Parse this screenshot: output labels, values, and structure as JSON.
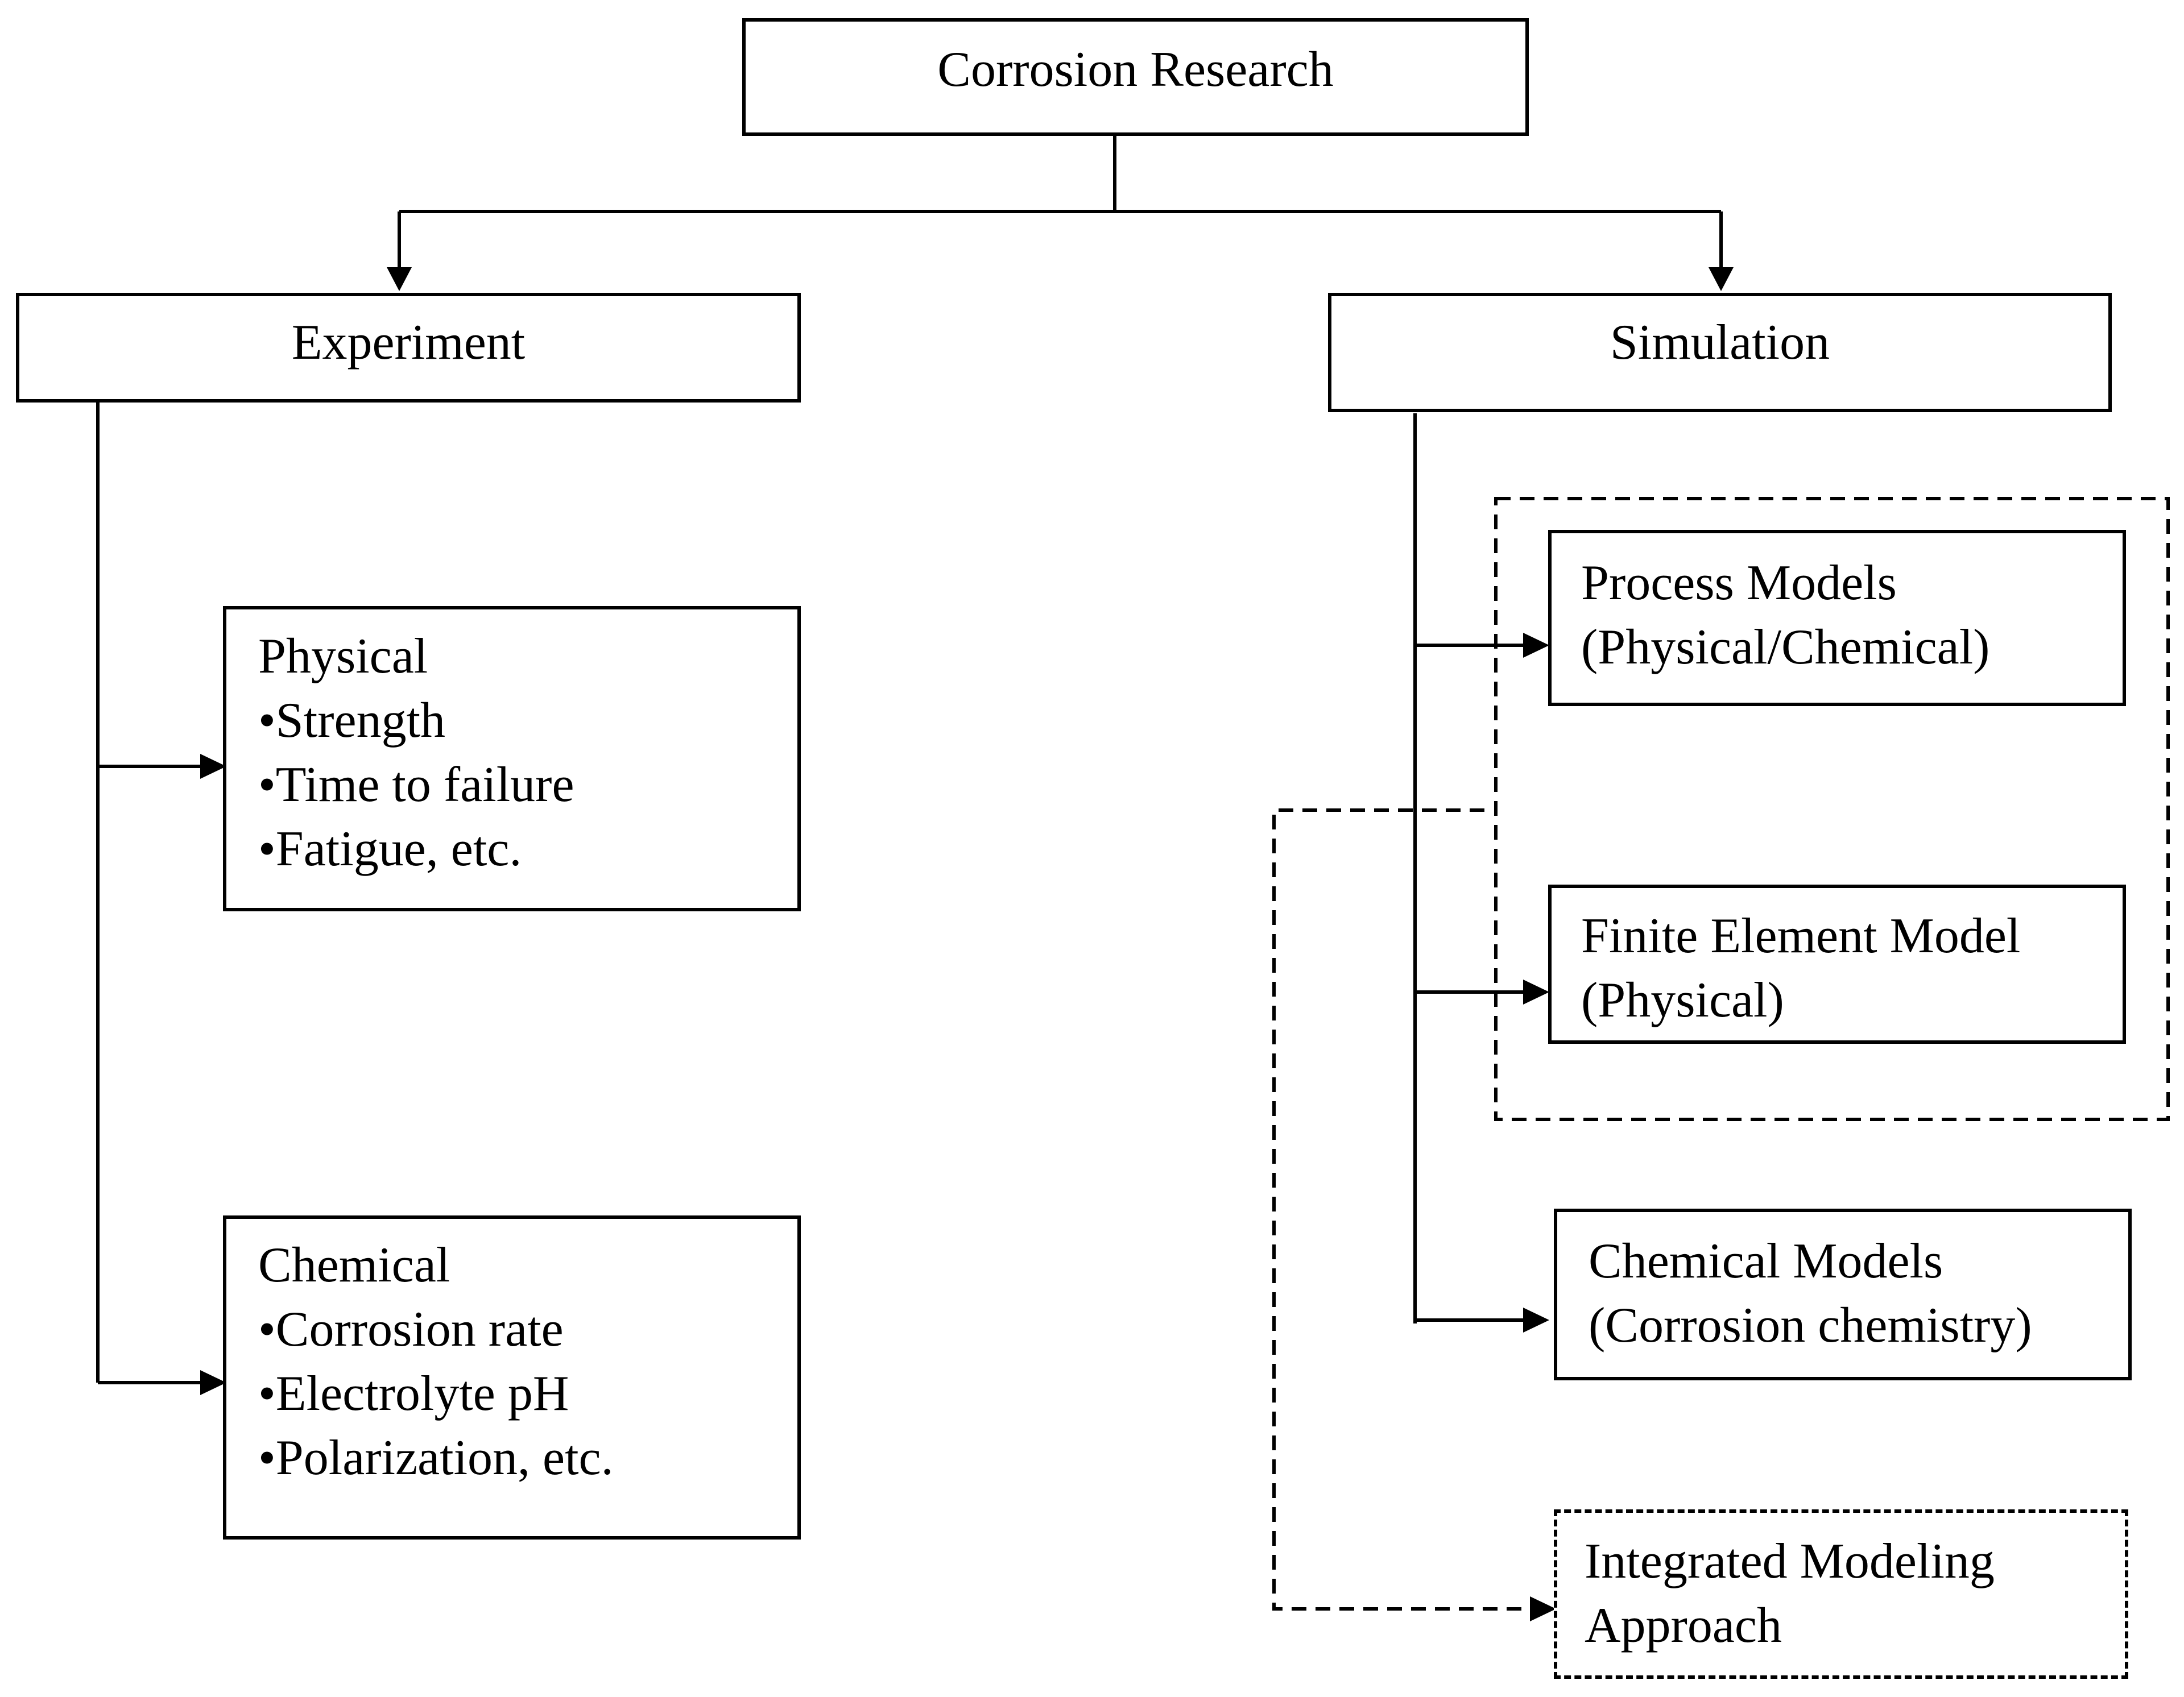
{
  "root": {
    "label": "Corrosion Research"
  },
  "experiment": {
    "label": "Experiment",
    "physical": {
      "title": "Physical",
      "items": [
        "•Strength",
        "•Time to failure",
        "•Fatigue, etc."
      ]
    },
    "chemical": {
      "title": "Chemical",
      "items": [
        "•Corrosion rate",
        "•Electrolyte pH",
        "•Polarization, etc."
      ]
    }
  },
  "simulation": {
    "label": "Simulation",
    "process_models": {
      "line1": "Process Models",
      "line2": "(Physical/Chemical)"
    },
    "finite_element": {
      "line1": "Finite Element Model",
      "line2": "(Physical)"
    },
    "chemical_models": {
      "line1": "Chemical Models",
      "line2": "(Corrosion chemistry)"
    },
    "integrated": {
      "line1": "Integrated Modeling",
      "line2": "Approach"
    }
  }
}
